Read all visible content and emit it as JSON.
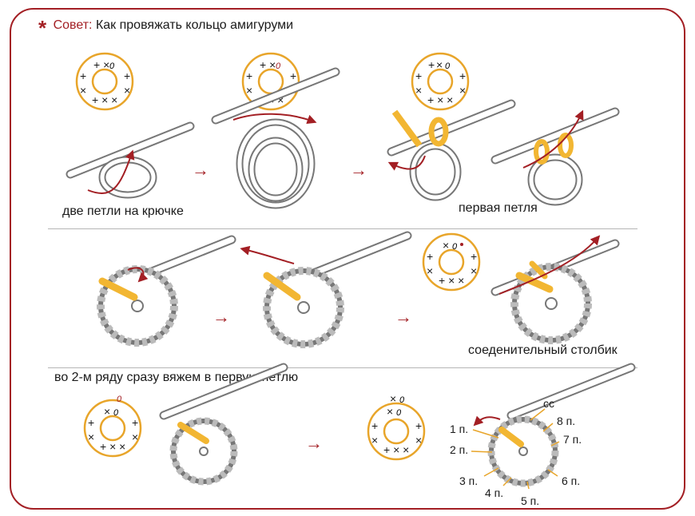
{
  "header": {
    "tip_label": "Совет:",
    "title": "Как провяжать кольцо амигуруми"
  },
  "captions": {
    "two_loops": "две петли на крючке",
    "first_loop": "первая петля",
    "slip_stitch": "соеденительный столбик",
    "row2_note": "во 2-м ряду сразу вяжем в первую петлю"
  },
  "symbols": {
    "zero": "0",
    "x": "×"
  },
  "stitch_labels": [
    "1 п.",
    "2 п.",
    "3 п.",
    "4 п.",
    "5 п.",
    "6 п.",
    "7 п.",
    "8 п.",
    "сс"
  ],
  "colors": {
    "accent": "#a31f24",
    "yarn": "#f2b632",
    "ring": "#e8a52a",
    "divider": "#b5b5b5"
  }
}
